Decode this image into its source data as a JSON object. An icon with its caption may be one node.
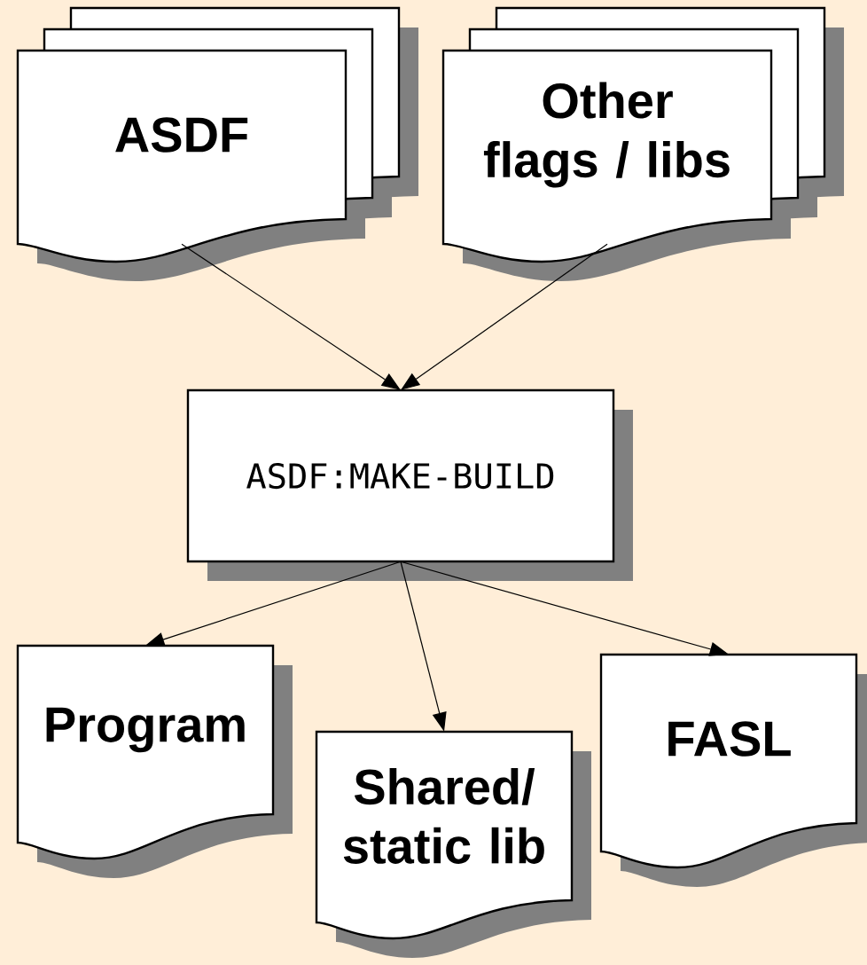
{
  "diagram": {
    "nodes": [
      {
        "text": [
          "ASDF"
        ]
      },
      {
        "text": [
          "Other flags / libs"
        ]
      },
      {
        "text": [
          "ASDF:MAKE-BUILD"
        ]
      },
      {
        "text": [
          "Program"
        ]
      },
      {
        "text": [
          "Shared/ static lib"
        ]
      },
      {
        "text": [
          "FASL"
        ]
      }
    ],
    "edges": [
      {
        "from": 0,
        "to": 2,
        "arrow": "to"
      },
      {
        "from": 1,
        "to": 2,
        "arrow": "to"
      },
      {
        "from": 2,
        "to": 3,
        "arrow": "to"
      },
      {
        "from": 2,
        "to": 4,
        "arrow": "to"
      },
      {
        "from": 2,
        "to": 5,
        "arrow": "to"
      }
    ]
  }
}
